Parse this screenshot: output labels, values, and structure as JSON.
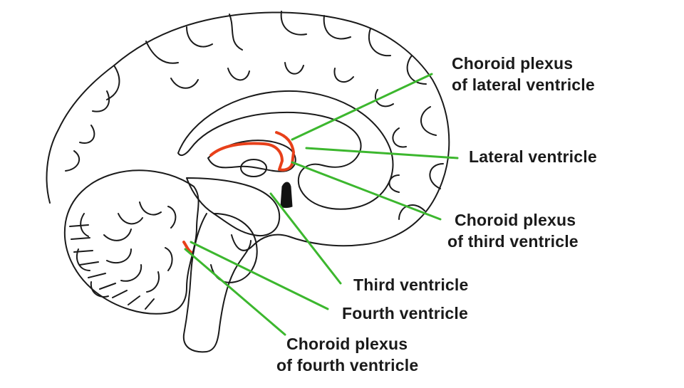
{
  "colors": {
    "outline": "#1a1a1a",
    "leader_line": "#3cb72e",
    "choroid_plexus": "#e8401a",
    "ventricle_fill": "#111111",
    "background": "#ffffff"
  },
  "labels": {
    "choroid_lateral": {
      "line1": "Choroid plexus",
      "line2": "of lateral ventricle"
    },
    "lateral_ventricle": {
      "text": "Lateral ventricle"
    },
    "choroid_third": {
      "line1": "Choroid plexus",
      "line2": "of third ventricle"
    },
    "third_ventricle": {
      "text": "Third ventricle"
    },
    "fourth_ventricle": {
      "text": "Fourth ventricle"
    },
    "choroid_fourth": {
      "line1": "Choroid plexus",
      "line2": "of fourth ventricle"
    }
  }
}
